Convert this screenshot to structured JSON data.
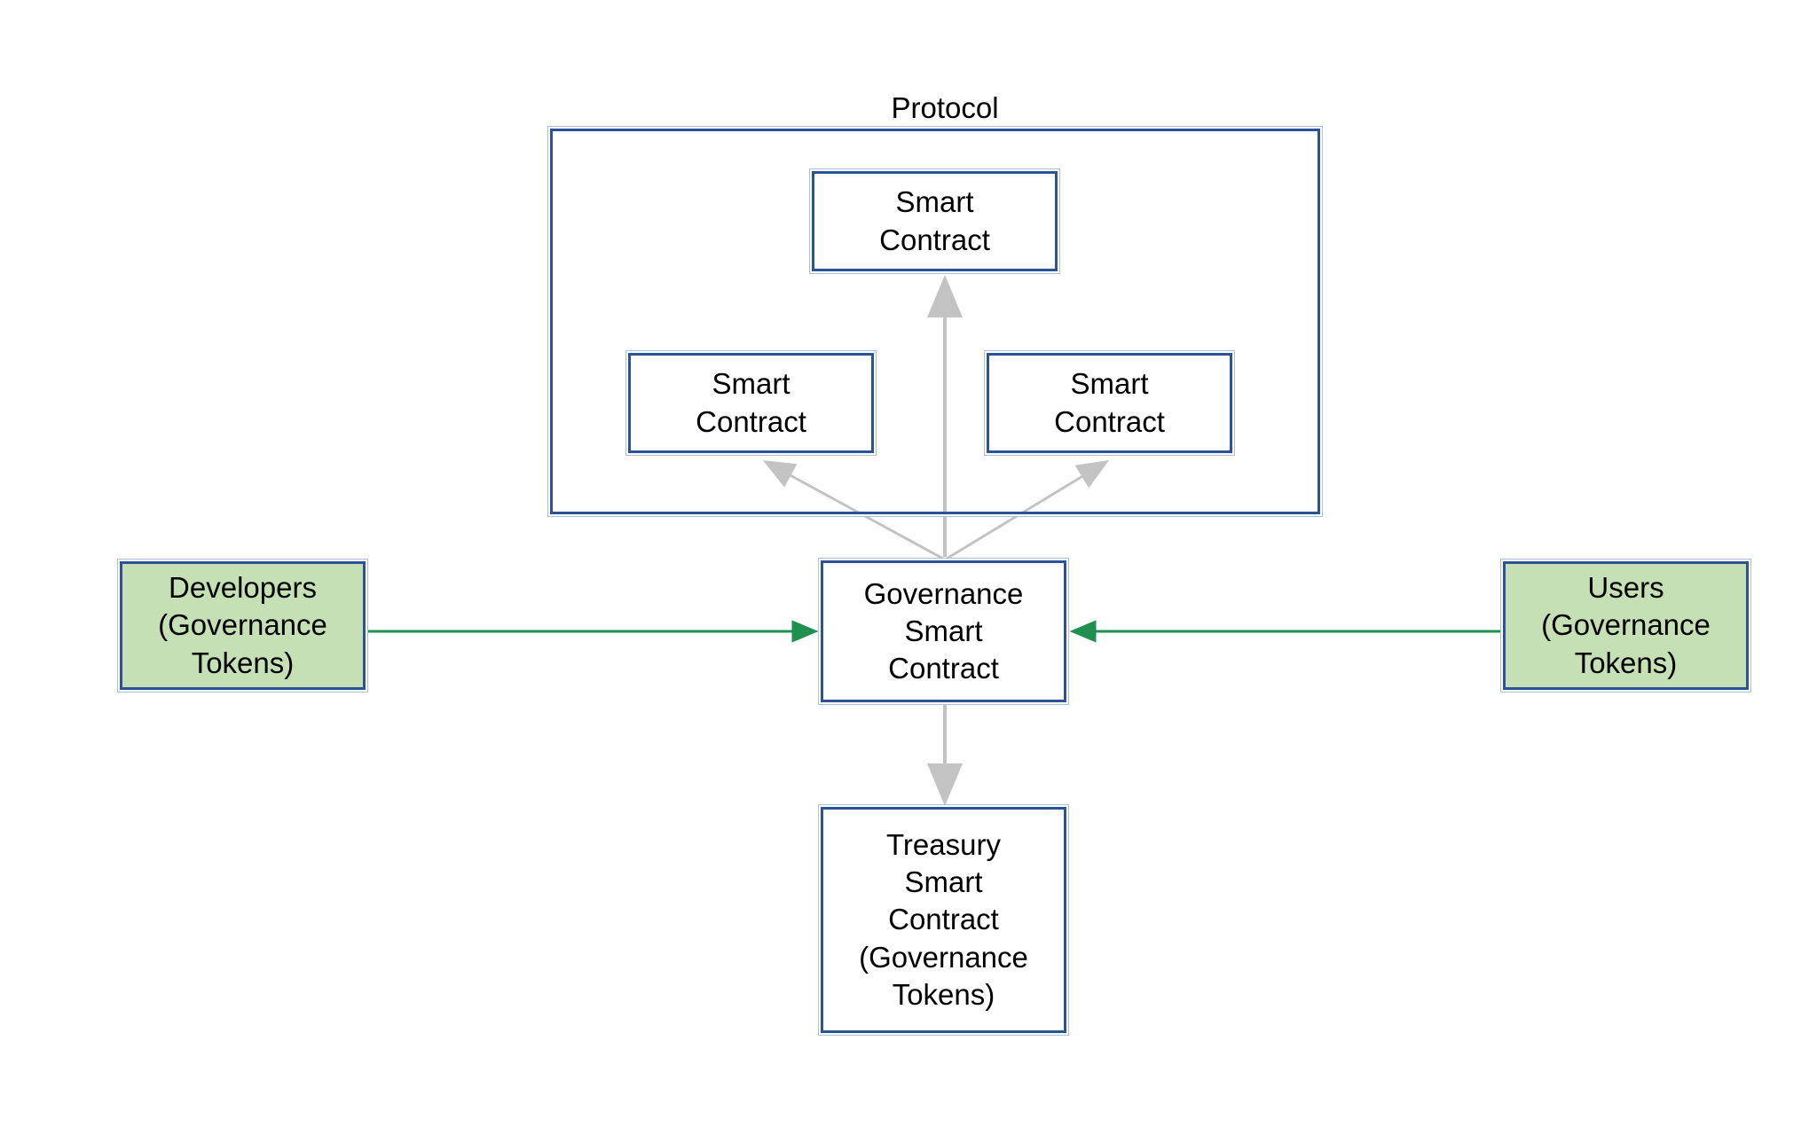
{
  "diagram": {
    "title": "Protocol",
    "background_color": "#FFFFFF",
    "colors": {
      "box_border_blue": "#2E5395",
      "box_border_outline": "#A9C0DE",
      "stakeholder_fill_green": "#C5E0B4",
      "arrow_gray": "#C3C3C3",
      "arrow_green": "#1F9050",
      "text": "#000000"
    }
  },
  "nodes": {
    "protocol_container": {
      "label": "Protocol",
      "kind": "container"
    },
    "smart_contract_top": {
      "label": "Smart\nContract",
      "kind": "smart-contract"
    },
    "smart_contract_left": {
      "label": "Smart\nContract",
      "kind": "smart-contract"
    },
    "smart_contract_right": {
      "label": "Smart\nContract",
      "kind": "smart-contract"
    },
    "governance_contract": {
      "label": "Governance\nSmart\nContract",
      "kind": "governance-contract"
    },
    "treasury_contract": {
      "label": "Treasury\nSmart\nContract\n(Governance\nTokens)",
      "kind": "treasury-contract"
    },
    "developers": {
      "label": "Developers\n(Governance\nTokens)",
      "kind": "stakeholder"
    },
    "users": {
      "label": "Users\n(Governance\nTokens)",
      "kind": "stakeholder"
    }
  },
  "edges": [
    {
      "id": "gov-to-sc-top",
      "from": "governance_contract",
      "to": "smart_contract_top",
      "color": "gray",
      "direction": "up"
    },
    {
      "id": "gov-to-sc-left",
      "from": "governance_contract",
      "to": "smart_contract_left",
      "color": "gray",
      "direction": "up-left"
    },
    {
      "id": "gov-to-sc-right",
      "from": "governance_contract",
      "to": "smart_contract_right",
      "color": "gray",
      "direction": "up-right"
    },
    {
      "id": "gov-to-treasury",
      "from": "governance_contract",
      "to": "treasury_contract",
      "color": "gray",
      "direction": "down"
    },
    {
      "id": "devs-to-gov",
      "from": "developers",
      "to": "governance_contract",
      "color": "green",
      "direction": "right"
    },
    {
      "id": "users-to-gov",
      "from": "users",
      "to": "governance_contract",
      "color": "green",
      "direction": "left"
    }
  ]
}
